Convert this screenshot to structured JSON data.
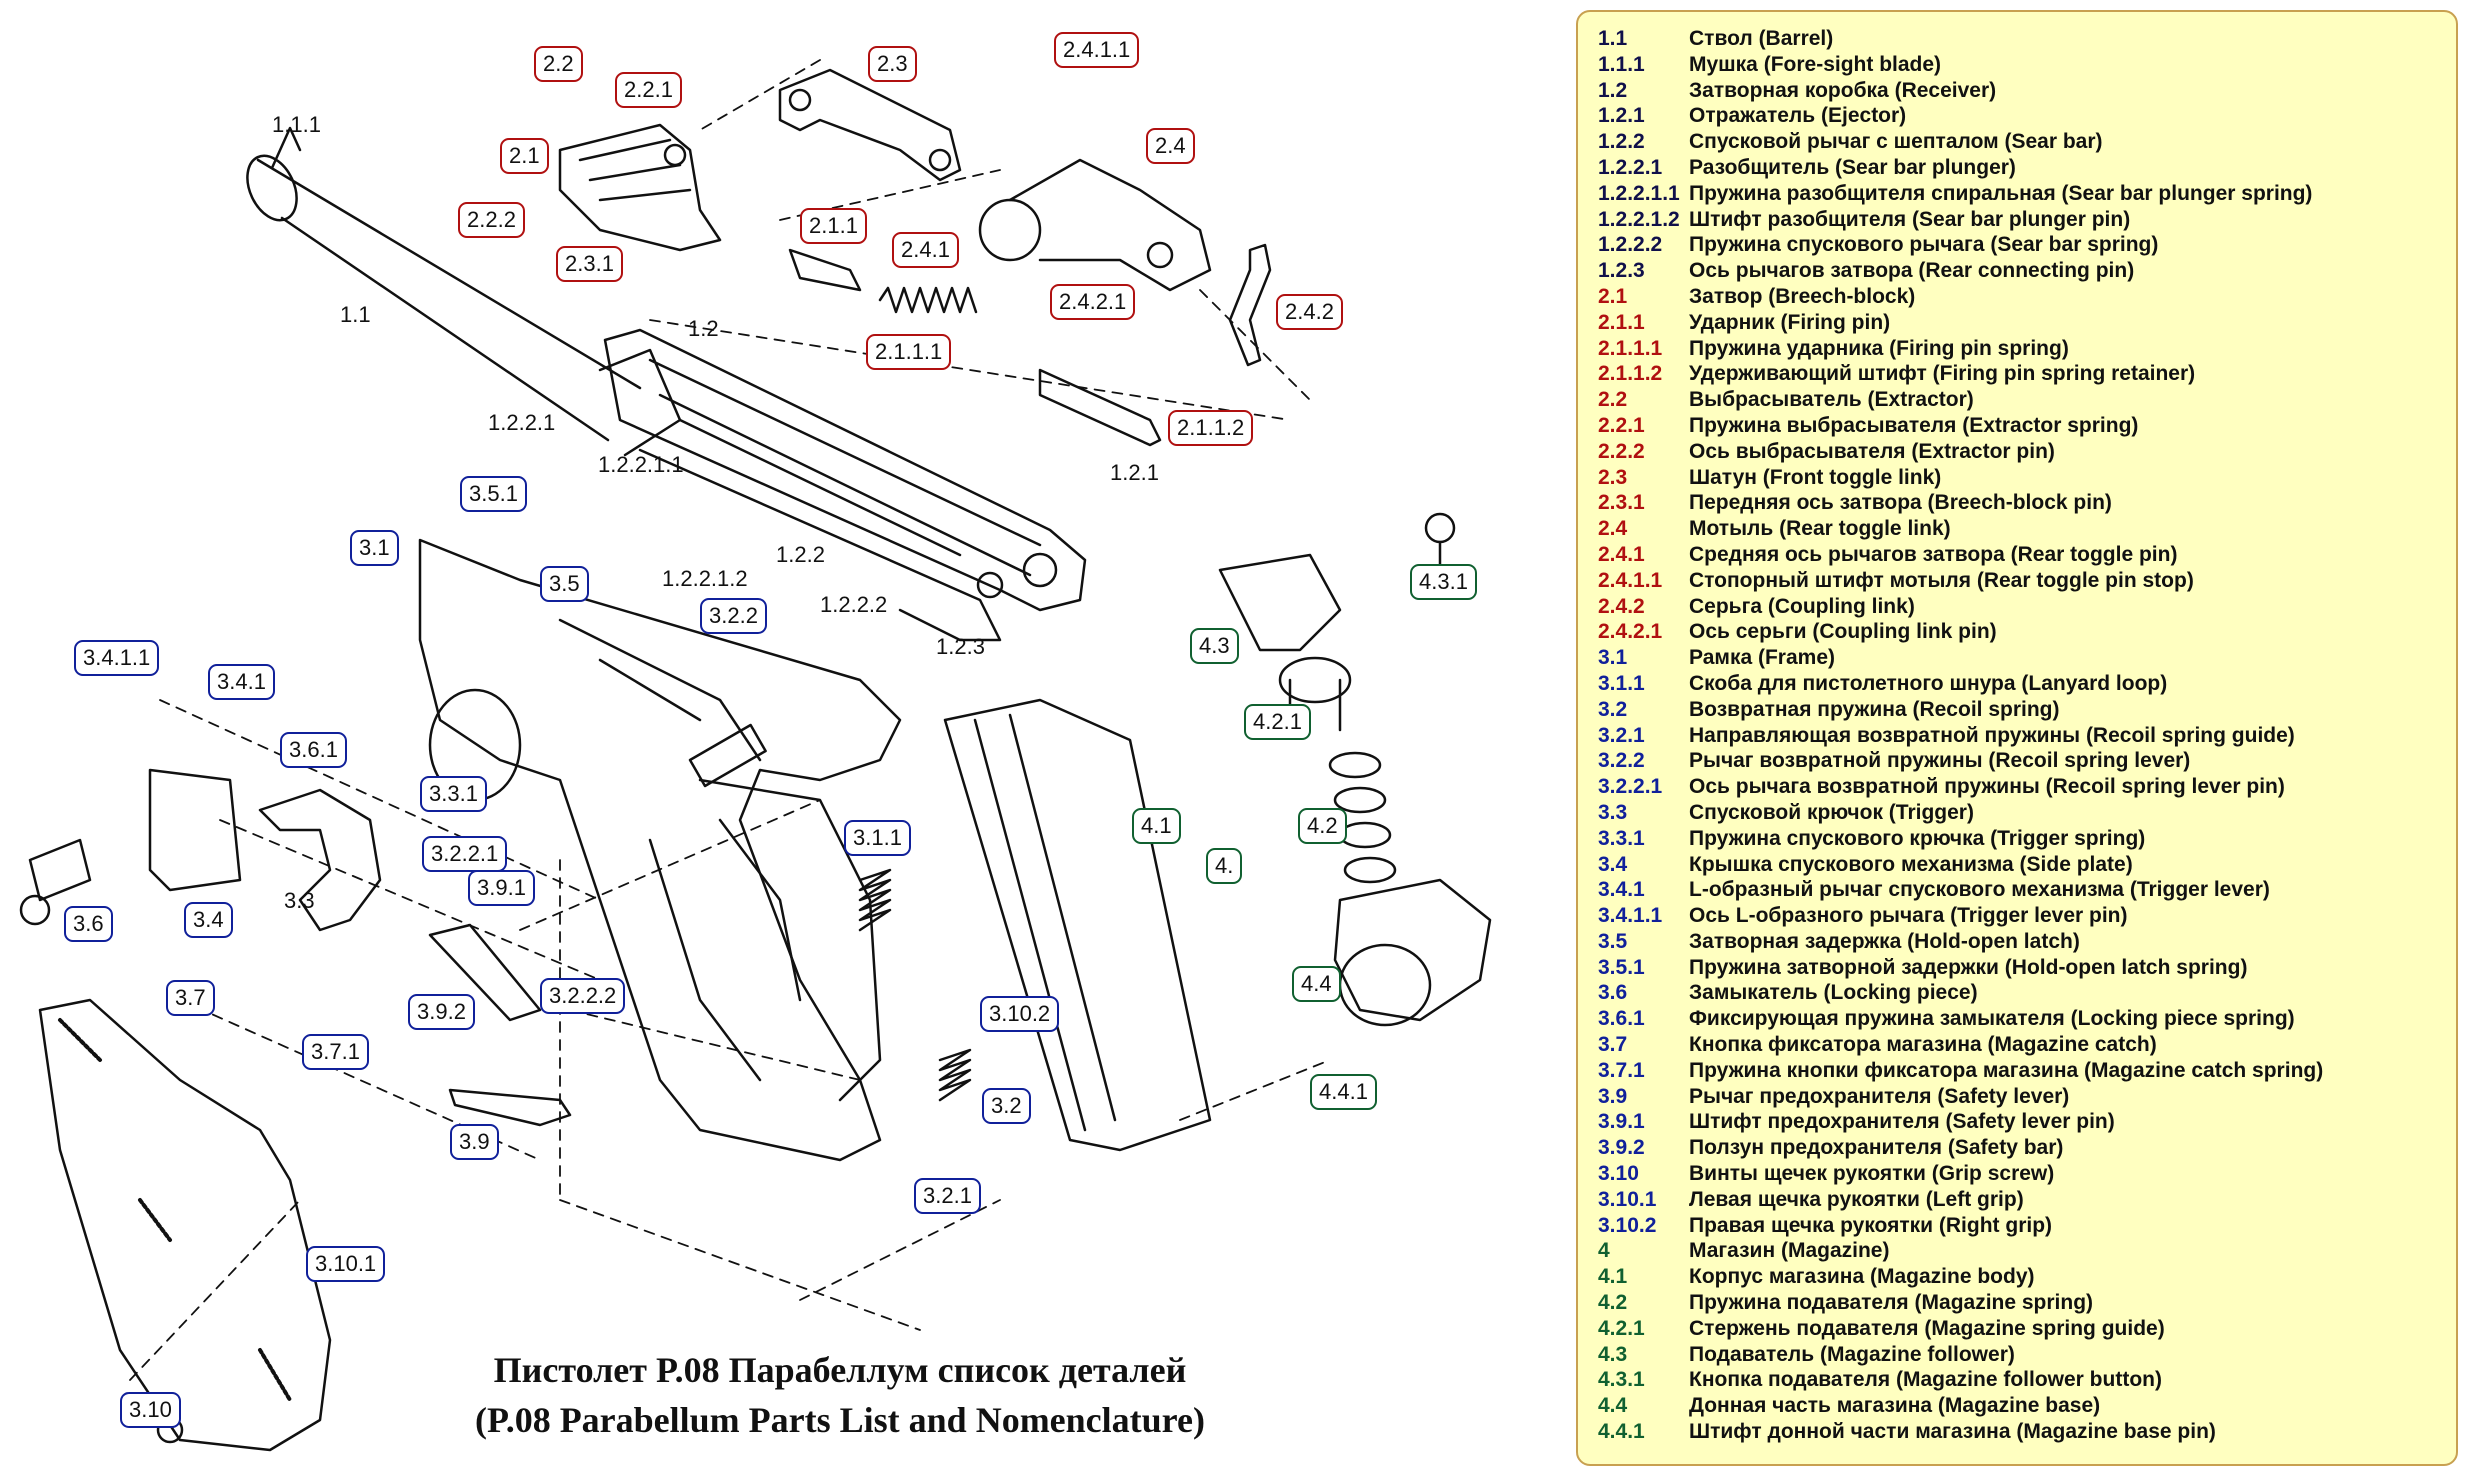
{
  "colors": {
    "group_1_2": "#10104a",
    "group_2": "#b01010",
    "group_3": "#10209a",
    "group_4": "#106030",
    "legend_bg": "#ffffc0",
    "legend_border": "#c8a050"
  },
  "title_line1": "Пистолет P.08 Парабеллум список деталей",
  "title_line2": "(P.08 Parabellum Parts List and Nomenclature)",
  "plain_labels": [
    "1.1.1",
    "1.1",
    "1.2",
    "1.2.2.1",
    "1.2.2.1.1",
    "1.2.2.1.2",
    "1.2.2",
    "1.2.2.2",
    "1.2.3",
    "1.2.1",
    "3.3"
  ],
  "boxed_labels": {
    "red": [
      "2.2",
      "2.2.1",
      "2.1",
      "2.2.2",
      "2.3.1",
      "2.3",
      "2.4.1.1",
      "2.4",
      "2.1.1",
      "2.4.1",
      "2.4.2.1",
      "2.4.2",
      "2.1.1.1",
      "2.1.1.2"
    ],
    "blue": [
      "3.5.1",
      "3.1",
      "3.5",
      "3.2.2",
      "3.4.1.1",
      "3.4.1",
      "3.6.1",
      "3.3.1",
      "3.2.2.1",
      "3.9.1",
      "3.6",
      "3.4",
      "3.1.1",
      "3.7",
      "3.7.1",
      "3.9.2",
      "3.2.2.2",
      "3.10.2",
      "3.9",
      "3.2",
      "3.2.1",
      "3.10.1",
      "3.10"
    ],
    "green": [
      "4.3.1",
      "4.3",
      "4.2.1",
      "4.2",
      "4.1",
      "4.",
      "4.4",
      "4.4.1"
    ]
  },
  "legend": [
    {
      "code": "1.1",
      "text": "Ствол (Barrel)",
      "group": 1
    },
    {
      "code": "1.1.1",
      "text": "Мушка (Fore-sight blade)",
      "group": 1
    },
    {
      "code": "1.2",
      "text": "Затворная коробка (Receiver)",
      "group": 1
    },
    {
      "code": "1.2.1",
      "text": "Отражатель (Ejector)",
      "group": 1
    },
    {
      "code": "1.2.2",
      "text": "Спусковой рычаг с шепталом (Sear bar)",
      "group": 1
    },
    {
      "code": "1.2.2.1",
      "text": "Разобщитель (Sear bar plunger)",
      "group": 1
    },
    {
      "code": "1.2.2.1.1",
      "text": "Пружина разобщителя спиральная (Sear bar plunger spring)",
      "group": 1
    },
    {
      "code": "1.2.2.1.2",
      "text": "Штифт разобщителя (Sear bar plunger pin)",
      "group": 1
    },
    {
      "code": "1.2.2.2",
      "text": "Пружина спускового рычага (Sear bar spring)",
      "group": 1
    },
    {
      "code": "1.2.3",
      "text": "Ось рычагов затвора (Rear connecting pin)",
      "group": 1
    },
    {
      "code": "2.1",
      "text": "Затвор (Breech-block)",
      "group": 2
    },
    {
      "code": "2.1.1",
      "text": "Ударник (Firing pin)",
      "group": 2
    },
    {
      "code": "2.1.1.1",
      "text": "Пружина ударника (Firing pin spring)",
      "group": 2
    },
    {
      "code": "2.1.1.2",
      "text": "Удерживающий штифт (Firing pin spring retainer)",
      "group": 2
    },
    {
      "code": "2.2",
      "text": "Выбрасыватель (Extractor)",
      "group": 2
    },
    {
      "code": "2.2.1",
      "text": "Пружина выбрасывателя (Extractor spring)",
      "group": 2
    },
    {
      "code": "2.2.2",
      "text": "Ось выбрасывателя (Extractor pin)",
      "group": 2
    },
    {
      "code": "2.3",
      "text": "Шатун (Front toggle link)",
      "group": 2
    },
    {
      "code": "2.3.1",
      "text": "Передняя ось затвора (Breech-block pin)",
      "group": 2
    },
    {
      "code": "2.4",
      "text": "Мотыль (Rear toggle link)",
      "group": 2
    },
    {
      "code": "2.4.1",
      "text": "Средняя ось рычагов затвора (Rear toggle pin)",
      "group": 2
    },
    {
      "code": "2.4.1.1",
      "text": "Стопорный штифт мотыля (Rear toggle pin stop)",
      "group": 2
    },
    {
      "code": "2.4.2",
      "text": "Серьга (Coupling link)",
      "group": 2
    },
    {
      "code": "2.4.2.1",
      "text": "Ось серьги (Coupling link pin)",
      "group": 2
    },
    {
      "code": "3.1",
      "text": "Рамка (Frame)",
      "group": 3
    },
    {
      "code": "3.1.1",
      "text": "Скоба для пистолетного шнура (Lanyard loop)",
      "group": 3
    },
    {
      "code": "3.2",
      "text": "Возвратная пружина (Recoil spring)",
      "group": 3
    },
    {
      "code": "3.2.1",
      "text": "Направляющая возвратной пружины (Recoil spring guide)",
      "group": 3
    },
    {
      "code": "3.2.2",
      "text": "Рычаг возвратной пружины (Recoil spring lever)",
      "group": 3
    },
    {
      "code": "3.2.2.1",
      "text": "Ось рычага возвратной пружины (Recoil spring lever pin)",
      "group": 3
    },
    {
      "code": "3.3",
      "text": "Спусковой крючок (Trigger)",
      "group": 3
    },
    {
      "code": "3.3.1",
      "text": "Пружина спускового крючка (Trigger spring)",
      "group": 3
    },
    {
      "code": "3.4",
      "text": "Крышка спускового механизма (Side plate)",
      "group": 3
    },
    {
      "code": "3.4.1",
      "text": "L-образный рычаг спускового механизма (Trigger lever)",
      "group": 3
    },
    {
      "code": "3.4.1.1",
      "text": "Ось L-образного рычага (Trigger lever pin)",
      "group": 3
    },
    {
      "code": "3.5",
      "text": "Затворная задержка (Hold-open latch)",
      "group": 3
    },
    {
      "code": "3.5.1",
      "text": "Пружина затворной задержки (Hold-open latch spring)",
      "group": 3
    },
    {
      "code": "3.6",
      "text": "Замыкатель (Locking piece)",
      "group": 3
    },
    {
      "code": "3.6.1",
      "text": "Фиксирующая пружина замыкателя (Locking piece spring)",
      "group": 3
    },
    {
      "code": "3.7",
      "text": "Кнопка фиксатора магазина (Magazine catch)",
      "group": 3
    },
    {
      "code": "3.7.1",
      "text": "Пружина кнопки фиксатора магазина (Magazine catch spring)",
      "group": 3
    },
    {
      "code": "3.9",
      "text": "Рычаг предохранителя (Safety lever)",
      "group": 3
    },
    {
      "code": "3.9.1",
      "text": "Штифт предохранителя (Safety lever pin)",
      "group": 3
    },
    {
      "code": "3.9.2",
      "text": "Ползун предохранителя (Safety bar)",
      "group": 3
    },
    {
      "code": "3.10",
      "text": "Винты щечек рукоятки (Grip screw)",
      "group": 3
    },
    {
      "code": "3.10.1",
      "text": "Левая щечка рукоятки (Left grip)",
      "group": 3
    },
    {
      "code": "3.10.2",
      "text": "Правая щечка рукоятки (Right grip)",
      "group": 3
    },
    {
      "code": "4",
      "text": "Магазин (Magazine)",
      "group": 4
    },
    {
      "code": "4.1",
      "text": "Корпус магазина (Magazine body)",
      "group": 4
    },
    {
      "code": "4.2",
      "text": "Пружина подавателя (Magazine spring)",
      "group": 4
    },
    {
      "code": "4.2.1",
      "text": "Стержень подавателя (Magazine spring guide)",
      "group": 4
    },
    {
      "code": "4.3",
      "text": "Подаватель (Magazine follower)",
      "group": 4
    },
    {
      "code": "4.3.1",
      "text": "Кнопка подавателя (Magazine follower button)",
      "group": 4
    },
    {
      "code": "4.4",
      "text": "Донная часть магазина (Magazine base)",
      "group": 4
    },
    {
      "code": "4.4.1",
      "text": "Штифт донной части магазина (Magazine base pin)",
      "group": 4
    }
  ]
}
